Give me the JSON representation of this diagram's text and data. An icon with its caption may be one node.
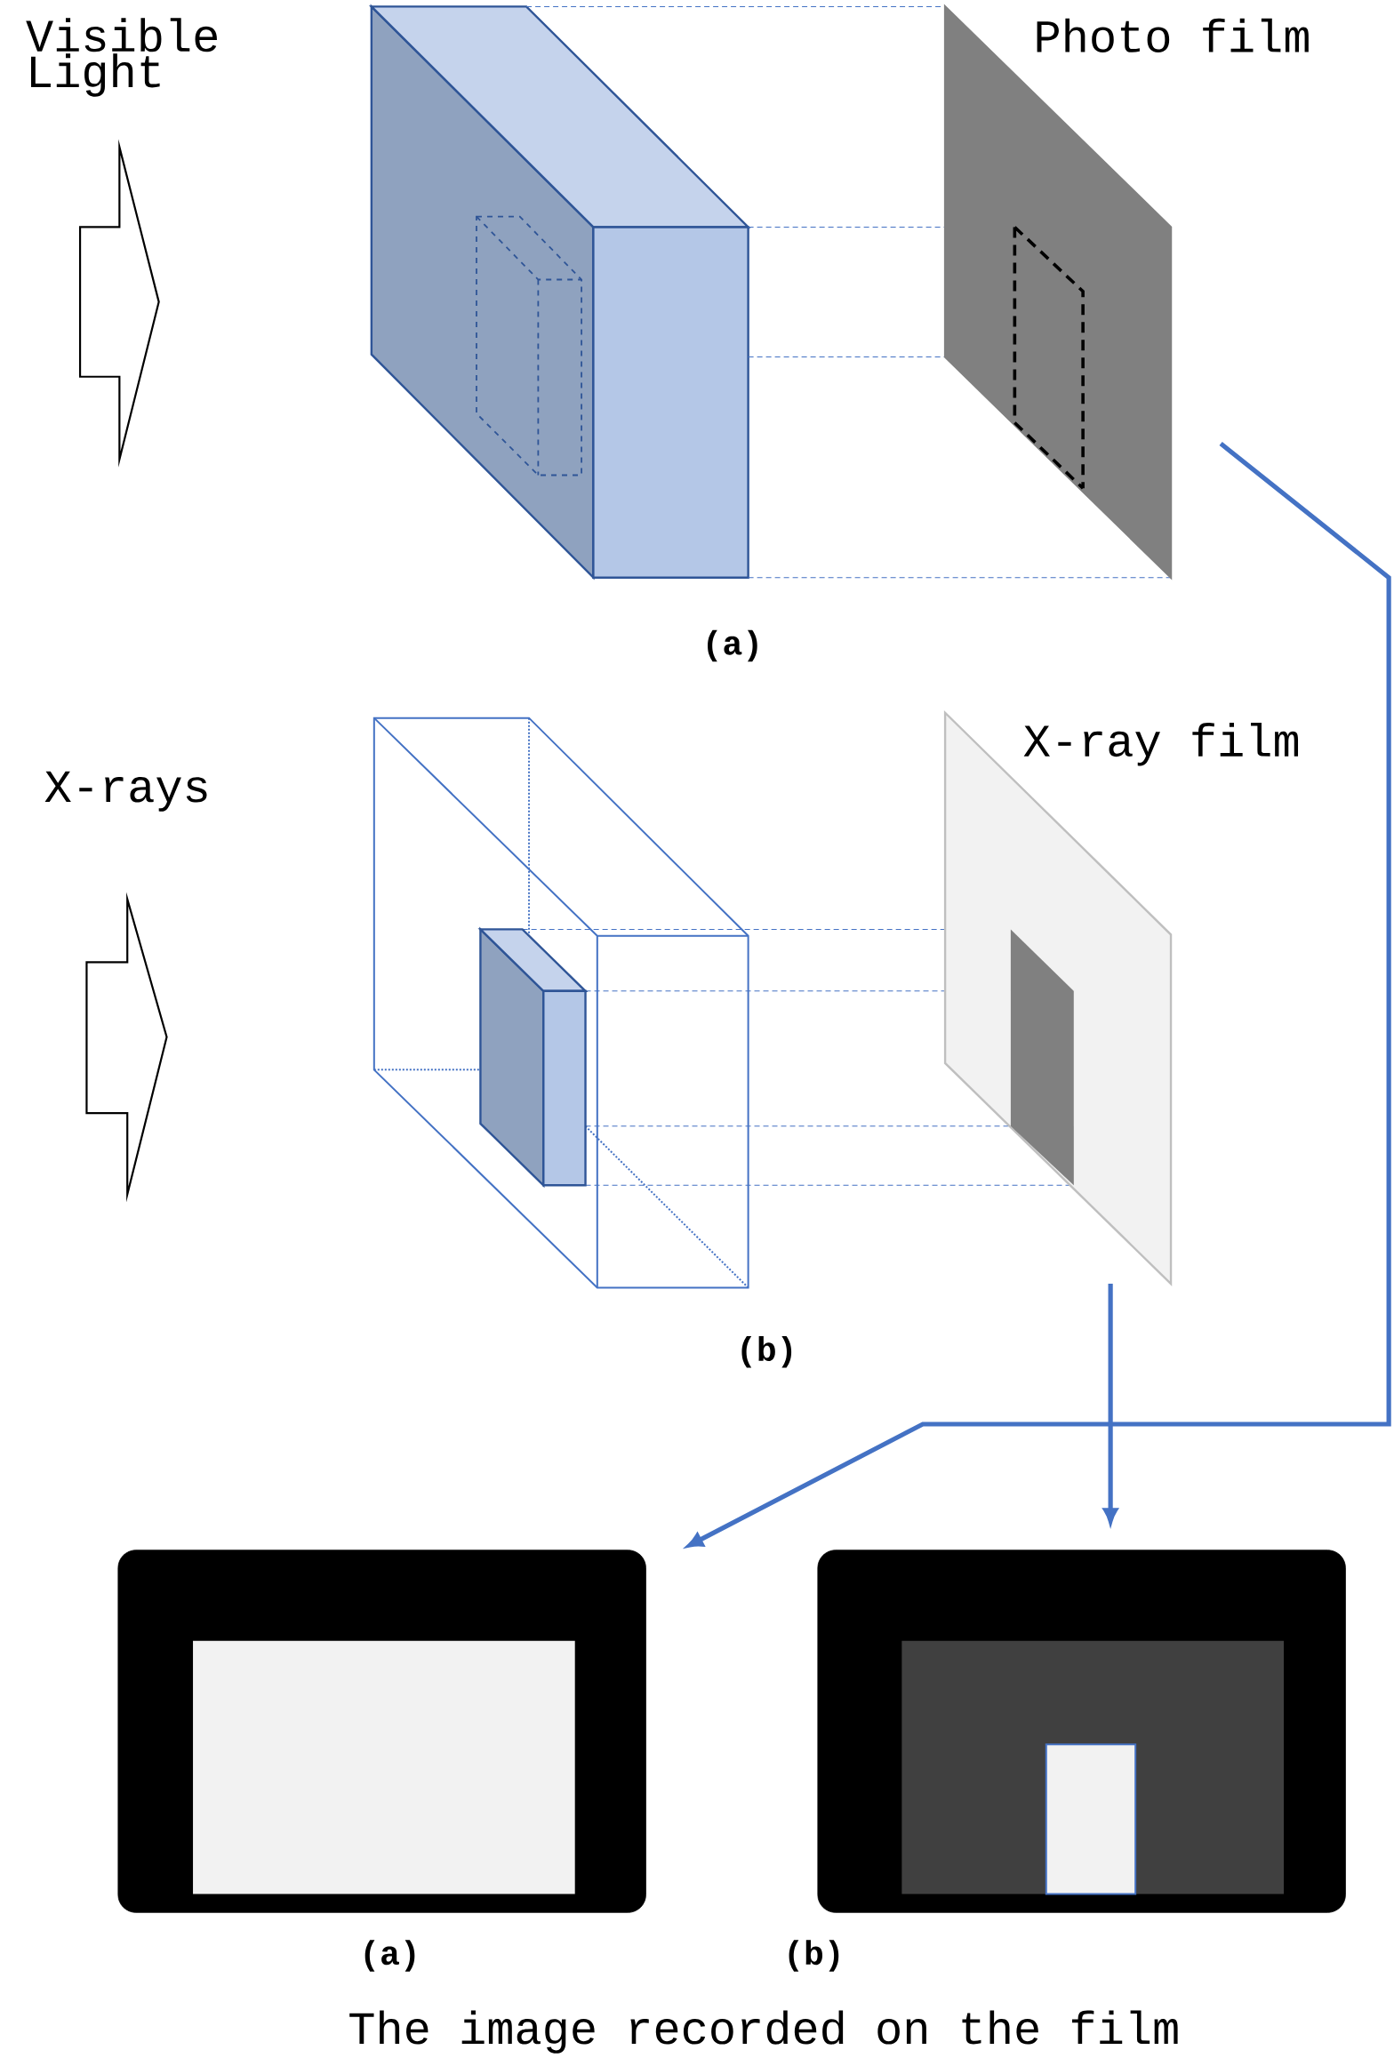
{
  "diagram": {
    "caption": "The image recorded on the film",
    "nodes": [
      {
        "text": [
          "Photo film"
        ]
      },
      {
        "text": [
          "X-ray film"
        ]
      },
      {
        "text": [],
        "shape": "box",
        "beside": [
          "(a)"
        ]
      },
      {
        "text": [],
        "shape": "box",
        "beside": [
          "(b)"
        ]
      }
    ],
    "edges": [
      {
        "from": 0,
        "to": 2,
        "arrow": "to"
      },
      {
        "from": 1,
        "to": 3,
        "arrow": "to"
      }
    ],
    "labels": [
      "Visible Light",
      "(a)",
      "X-rays",
      "(b)"
    ]
  }
}
